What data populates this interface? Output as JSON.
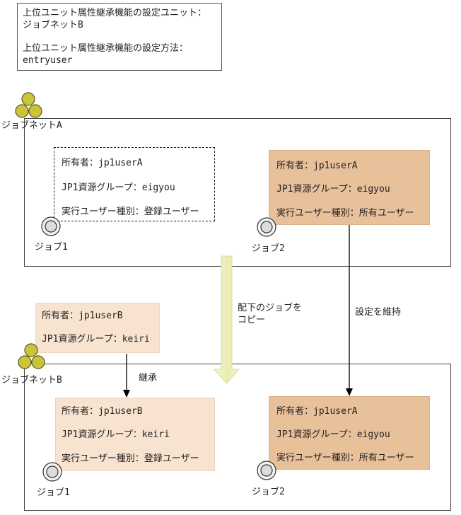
{
  "note": {
    "line1": "上位ユニット属性継承機能の設定ユニット：",
    "line2": "ジョブネットB",
    "line3": "上位ユニット属性継承機能の設定方法：",
    "line4": "entryuser"
  },
  "jobnetA": {
    "label": "ジョブネットA",
    "job1": {
      "label": "ジョブ1",
      "owner": "所有者：jp1userA",
      "group": "JP1資源グループ：eigyou",
      "exec": "実行ユーザー種別：登録ユーザー"
    },
    "job2": {
      "label": "ジョブ2",
      "owner": "所有者：jp1userA",
      "group": "JP1資源グループ：eigyou",
      "exec": "実行ユーザー種別：所有ユーザー"
    }
  },
  "jobnetB": {
    "label": "ジョブネットB",
    "attrs": {
      "owner": "所有者：jp1userB",
      "group": "JP1資源グループ：keiri"
    },
    "job1": {
      "label": "ジョブ1",
      "owner": "所有者：jp1userB",
      "group": "JP1資源グループ：keiri",
      "exec": "実行ユーザー種別：登録ユーザー"
    },
    "job2": {
      "label": "ジョブ2",
      "owner": "所有者：jp1userA",
      "group": "JP1資源グループ：eigyou",
      "exec": "実行ユーザー種別：所有ユーザー"
    }
  },
  "labels": {
    "copy1": "配下のジョブを",
    "copy2": "コピー",
    "inherit": "継承",
    "keep": "設定を維持"
  },
  "colors": {
    "jobnet_icon": "#cbc33a",
    "dark_tan": "#e8c09a",
    "light_tan": "#f8e3d0",
    "copy_arrow": "#eef0c0"
  }
}
